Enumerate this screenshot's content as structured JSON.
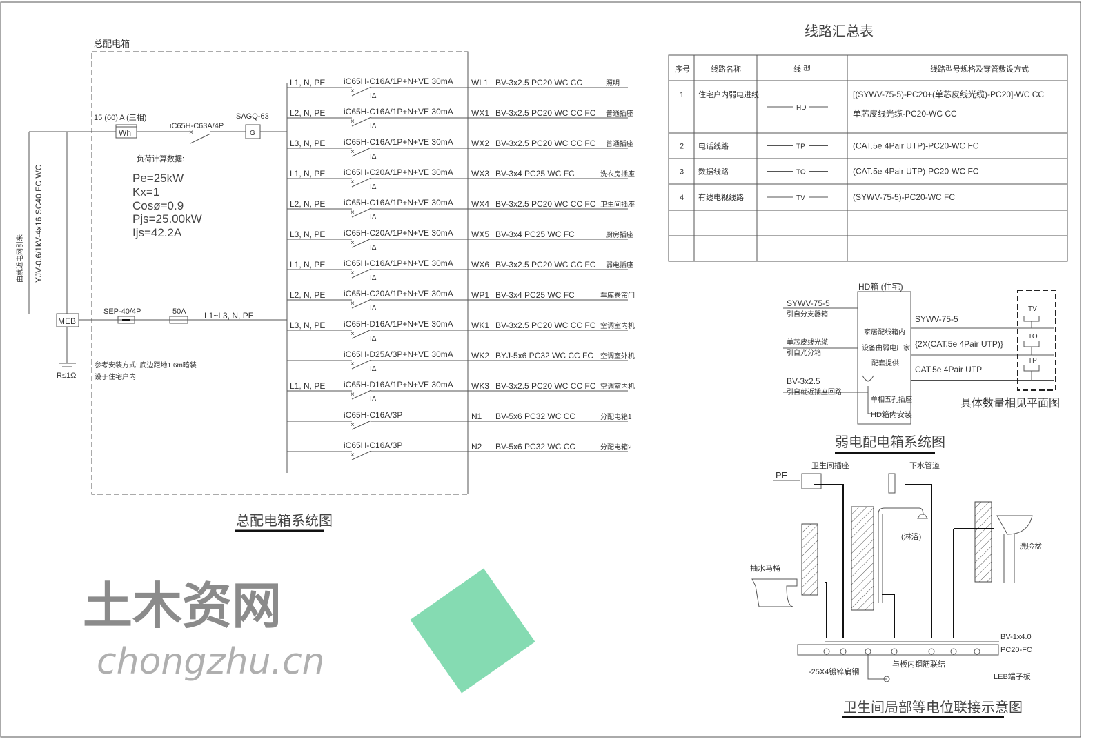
{
  "main_box": {
    "title": "总配电箱",
    "meter_label": "15 (60) A (三相)",
    "meter_symbol": "Wh",
    "main_breaker": "iC65H-C63A/4P",
    "surge_label": "SAGQ-63",
    "surge_symbol": "G",
    "incoming_cable": "YJV-0.6/1kV-4x16 SC40 FC WC",
    "incoming_source": "由就近电网引来",
    "meb_label": "MEB",
    "ground_label": "R≤1Ω",
    "spd_label": "SEP-40/4P",
    "fuse_label": "50A",
    "spd_phases": "L1~L3, N, PE",
    "install_note_1": "参考安装方式: 底边距地1.6m暗装",
    "install_note_2": "设于住宅户内",
    "caption": "总配电箱系统图"
  },
  "load_calc": {
    "heading": "负荷计算数据:",
    "lines": [
      "Pe=25kW",
      "Kx=1",
      "Cosø=0.9",
      "Pjs=25.00kW",
      "Ijs=42.2A"
    ]
  },
  "circuits": [
    {
      "phase": "L1, N, PE",
      "breaker": "iC65H-C16A/1P+N+VE 30mA",
      "id": "WL1",
      "cable": "BV-3x2.5 PC20 WC CC",
      "use": "照明",
      "rcd": true
    },
    {
      "phase": "L2, N, PE",
      "breaker": "iC65H-C16A/1P+N+VE 30mA",
      "id": "WX1",
      "cable": "BV-3x2.5 PC20 WC CC FC",
      "use": "普通插座",
      "rcd": true
    },
    {
      "phase": "L3, N, PE",
      "breaker": "iC65H-C16A/1P+N+VE 30mA",
      "id": "WX2",
      "cable": "BV-3x2.5 PC20 WC CC FC",
      "use": "普通插座",
      "rcd": true
    },
    {
      "phase": "L1, N, PE",
      "breaker": "iC65H-C20A/1P+N+VE 30mA",
      "id": "WX3",
      "cable": "BV-3x4 PC25 WC FC",
      "use": "洗衣房插座",
      "rcd": true
    },
    {
      "phase": "L2, N, PE",
      "breaker": "iC65H-C16A/1P+N+VE 30mA",
      "id": "WX4",
      "cable": "BV-3x2.5 PC20 WC CC FC",
      "use": "卫生间插座",
      "rcd": true
    },
    {
      "phase": "L3, N, PE",
      "breaker": "iC65H-C20A/1P+N+VE 30mA",
      "id": "WX5",
      "cable": "BV-3x4 PC25 WC FC",
      "use": "厨房插座",
      "rcd": true
    },
    {
      "phase": "L1, N, PE",
      "breaker": "iC65H-C16A/1P+N+VE 30mA",
      "id": "WX6",
      "cable": "BV-3x2.5 PC20 WC CC FC",
      "use": "弱电插座",
      "rcd": true
    },
    {
      "phase": "L2, N, PE",
      "breaker": "iC65H-C20A/1P+N+VE 30mA",
      "id": "WP1",
      "cable": "BV-3x4 PC25 WC FC",
      "use": "车库卷帘门",
      "rcd": true
    },
    {
      "phase": "L3, N, PE",
      "breaker": "iC65H-D16A/1P+N+VE 30mA",
      "id": "WK1",
      "cable": "BV-3x2.5 PC20 WC CC FC",
      "use": "空调室内机",
      "rcd": true
    },
    {
      "phase": "",
      "breaker": "iC65H-D25A/3P+N+VE 30mA",
      "id": "WK2",
      "cable": "BYJ-5x6 PC32 WC CC FC",
      "use": "空调室外机",
      "rcd": true
    },
    {
      "phase": "L1, N, PE",
      "breaker": "iC65H-D16A/1P+N+VE 30mA",
      "id": "WK3",
      "cable": "BV-3x2.5 PC20 WC CC FC",
      "use": "空调室内机",
      "rcd": true
    },
    {
      "phase": "",
      "breaker": "iC65H-C16A/3P",
      "id": "N1",
      "cable": "BV-5x6 PC32 WC CC",
      "use": "分配电箱1",
      "rcd": false
    },
    {
      "phase": "",
      "breaker": "iC65H-C16A/3P",
      "id": "N2",
      "cable": "BV-5x6 PC32 WC CC",
      "use": "分配电箱2",
      "rcd": false
    }
  ],
  "summary_table": {
    "title": "线路汇总表",
    "headers": [
      "序号",
      "线路名称",
      "线 型",
      "线路型号规格及穿管敷设方式"
    ],
    "rows": [
      {
        "no": "1",
        "name": "住宅户内弱电进线",
        "type": "HD",
        "spec": [
          "[(SYWV-75-5)-PC20+(单芯皮线光缆)-PC20]-WC CC",
          "单芯皮线光缆-PC20-WC CC"
        ]
      },
      {
        "no": "2",
        "name": "电话线路",
        "type": "TP",
        "spec": [
          "(CAT.5e 4Pair UTP)-PC20-WC FC"
        ]
      },
      {
        "no": "3",
        "name": "数据线路",
        "type": "TO",
        "spec": [
          "(CAT.5e 4Pair UTP)-PC20-WC FC"
        ]
      },
      {
        "no": "4",
        "name": "有线电视线路",
        "type": "TV",
        "spec": [
          "(SYWV-75-5)-PC20-WC FC"
        ]
      }
    ]
  },
  "weak_box": {
    "box_title": "HD箱 (住宅)",
    "in1_cable": "SYWV-75-5",
    "in1_src": "引自分支器箱",
    "in2_cable": "单芯皮线光缆",
    "in2_src": "引自光分箱",
    "in3_cable": "BV-3x2.5",
    "in3_src": "引自就近插座回路",
    "box_text": [
      "家居配线箱内",
      "设备由弱电厂家",
      "配套提供"
    ],
    "socket_label": "单相五孔插座",
    "install_label": "HD箱内安装",
    "out1": "SYWV-75-5",
    "out2": "{2X(CAT.5e 4Pair UTP)}",
    "out3": "CAT.5e 4Pair UTP",
    "outlets": [
      "TV",
      "TO",
      "TP"
    ],
    "note": "具体数量相见平面图",
    "caption": "弱电配电箱系统图"
  },
  "bathroom": {
    "pe": "PE",
    "socket": "卫生间插座",
    "drain": "下水管道",
    "shower": "(淋浴)",
    "toilet": "抽水马桶",
    "basin": "洗脸盆",
    "wire1": "BV-1x4.0",
    "wire2": "PC20-FC",
    "steel": "-25X4镀锌扁钢",
    "rebar": "与板内钢筋联结",
    "leb": "LEB端子板",
    "caption": "卫生间局部等电位联接示意图"
  },
  "watermark": {
    "text": "土木资网",
    "url_text": "chongzhu.cn"
  }
}
